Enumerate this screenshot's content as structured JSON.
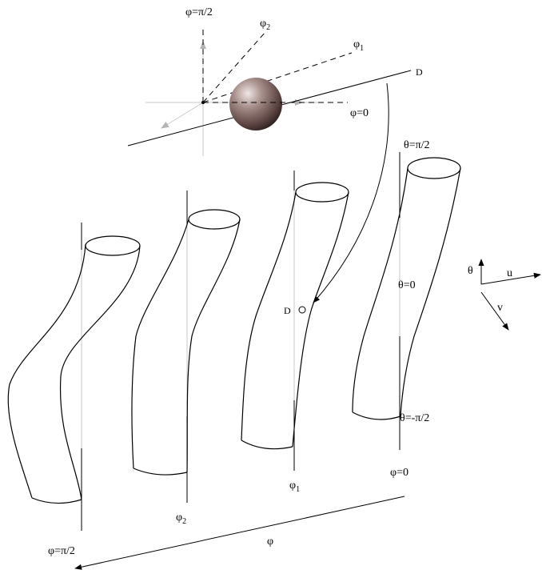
{
  "labels": {
    "phi_pi2_top": "φ=π/2",
    "phi2_top": "φ",
    "phi2_top_sub": "2",
    "phi1_top": "φ",
    "phi1_top_sub": "1",
    "D_top": "D",
    "phi0_top": "φ=0",
    "theta_pi2": "θ=π/2",
    "theta_0": "θ=0",
    "theta_minus_pi2": "θ=-π/2",
    "D_mid": "D",
    "theta_axis": "θ",
    "u_axis": "u",
    "v_axis": "v",
    "phi_pi2_bottom": "φ=π/2",
    "phi2_bottom": "φ",
    "phi2_bottom_sub": "2",
    "phi1_bottom": "φ",
    "phi1_bottom_sub": "1",
    "phi0_bottom": "φ=0",
    "phi_axis": "φ"
  },
  "colors": {
    "sphere_highlight": "#e6dcdc",
    "sphere_mid": "#8a6e6a",
    "sphere_dark": "#3c2a28",
    "light_gray": "#c8c8c8"
  }
}
